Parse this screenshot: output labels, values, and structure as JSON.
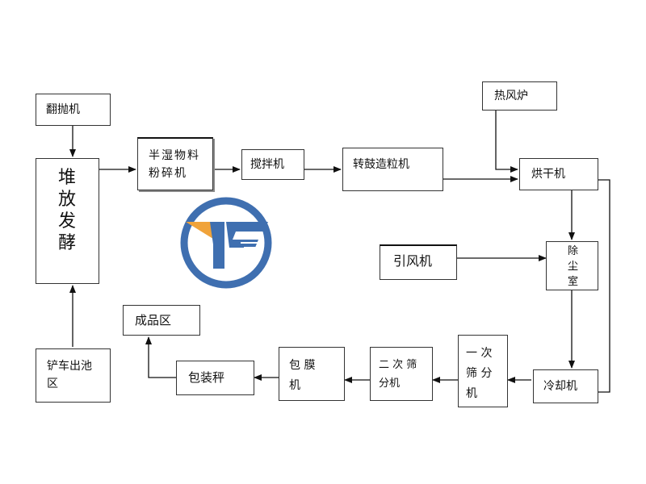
{
  "nodes": {
    "fanpaoji": "翻抛机",
    "duifangfajiao": "堆\n放\n发\n酵",
    "chanche_chuchiqu": "铲车出池\n区",
    "banshi_fensui": "半湿物料\n粉碎机",
    "jiaobanji": "搅拌机",
    "zhuangu_zaoliji": "转鼓造粒机",
    "refenglu": "热风炉",
    "honggan": "烘干机",
    "yinfengji": "引风机",
    "chuchenshi": "除\n尘\n室",
    "lengqueji": "冷却机",
    "yici_shaifenji": "一  次\n筛  分\n机",
    "erci_shaifenji": "二  次  筛\n分机",
    "baomoji": "包     膜\n机",
    "baozhuangcheng": "包装秤",
    "chengpinqu": "成品区"
  },
  "colors": {
    "line": "#111111",
    "logo_blue": "#3f6fb0",
    "logo_orange": "#f0a33a"
  },
  "logo": {
    "icon": "company-logo"
  }
}
